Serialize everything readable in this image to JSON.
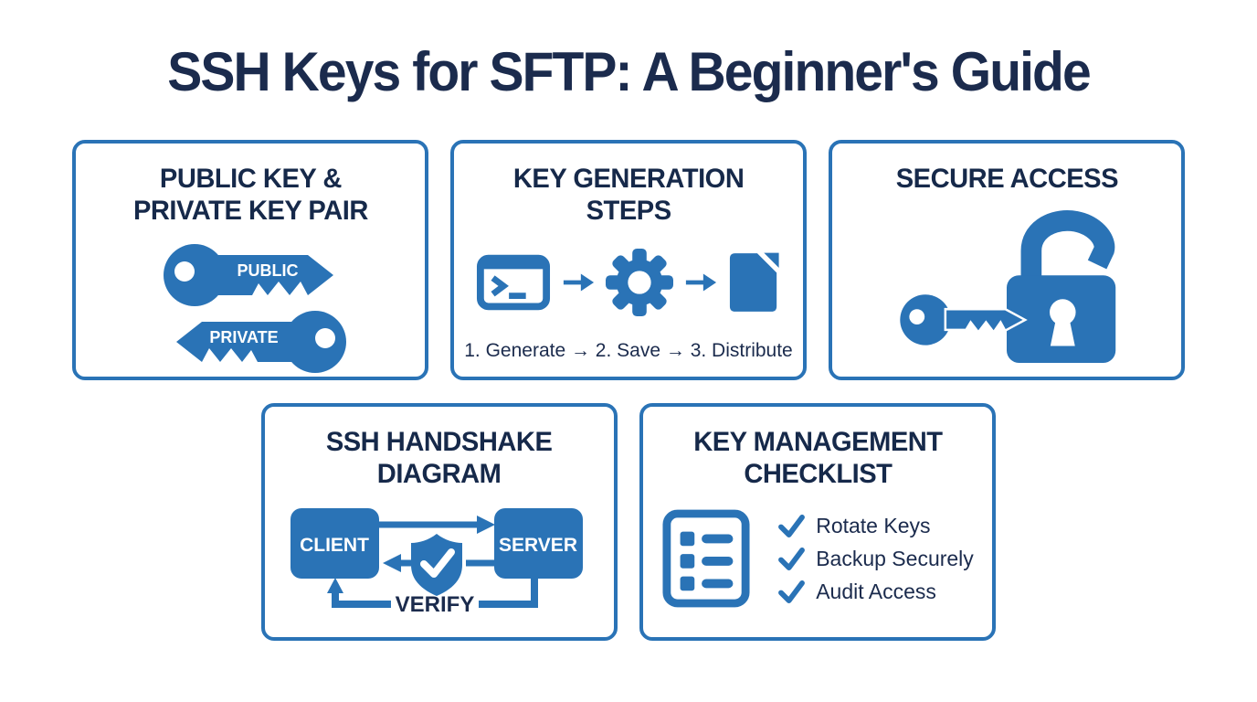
{
  "page": {
    "title": "SSH Keys for SFTP: A Beginner's Guide"
  },
  "colors": {
    "accent_blue": "#2a73b6",
    "navy_text": "#1b2b4d",
    "card_border": "#2a73b6",
    "card_background": "#ffffff",
    "icon_inner_white": "#ffffff"
  },
  "cards": {
    "key_pair": {
      "title_line1": "PUBLIC KEY &",
      "title_line2": "PRIVATE KEY PAIR",
      "public_label": "PUBLIC",
      "private_label": "PRIVATE",
      "icons": [
        "public-key-icon",
        "private-key-icon"
      ]
    },
    "key_generation": {
      "title_line1": "KEY GENERATION",
      "title_line2": "STEPS",
      "steps": "1. Generate → 2. Save → 3. Distribute",
      "icons": [
        "terminal-icon",
        "arrow-right-icon",
        "gear-icon",
        "arrow-right-icon",
        "document-icon"
      ]
    },
    "secure_access": {
      "title": "SECURE ACCESS",
      "icons": [
        "key-icon",
        "open-padlock-icon"
      ]
    },
    "handshake": {
      "title_line1": "SSH HANDSHAKE",
      "title_line2": "DIAGRAM",
      "client_label": "CLIENT",
      "server_label": "SERVER",
      "verify_label": "VERIFY",
      "icons": [
        "shield-check-icon",
        "arrow-right-icon",
        "arrow-left-icon",
        "arrow-up-icon"
      ]
    },
    "checklist": {
      "title_line1": "KEY MANAGEMENT",
      "title_line2": "CHECKLIST",
      "items": [
        "Rotate Keys",
        "Backup Securely",
        "Audit Access"
      ],
      "icons": [
        "checklist-icon",
        "checkmark-icon"
      ]
    }
  }
}
